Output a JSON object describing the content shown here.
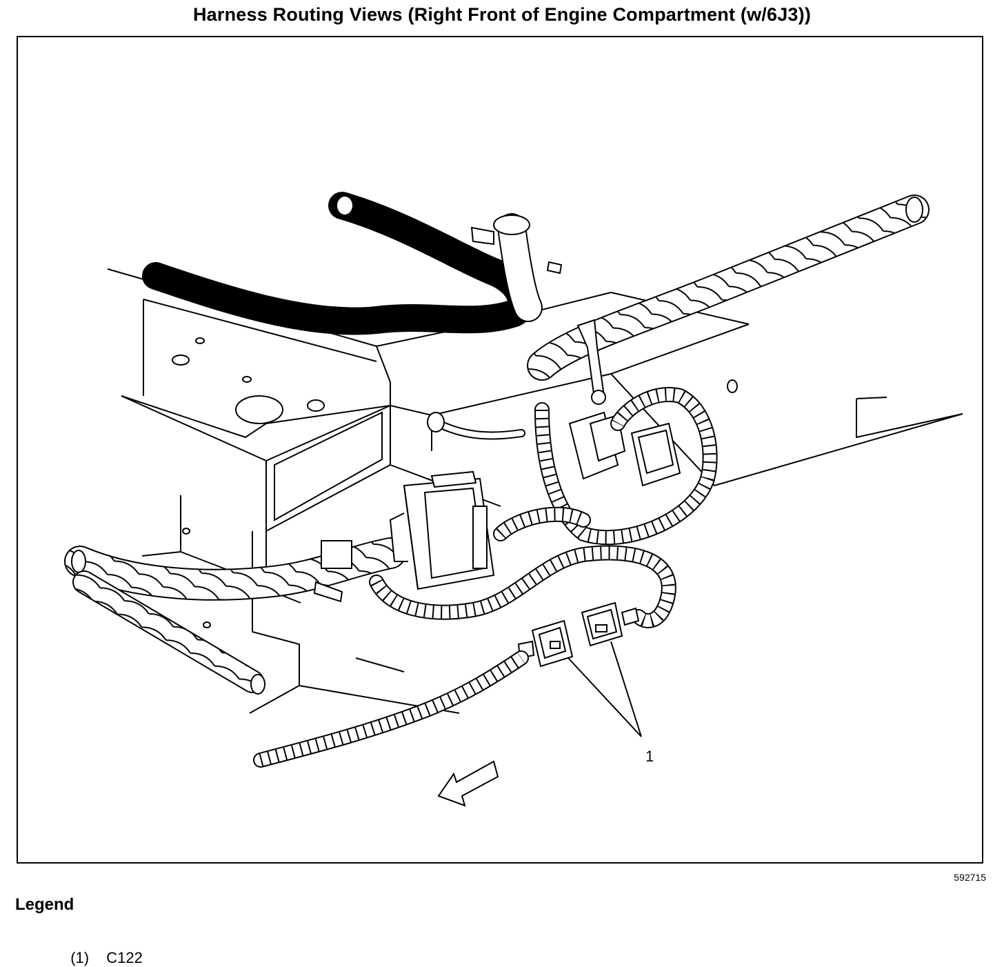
{
  "title": "Harness Routing Views (Right Front of Engine Compartment (w/6J3))",
  "figure_id": "592715",
  "callouts": [
    {
      "label": "1",
      "target": "C122 connector pair"
    }
  ],
  "legend": {
    "heading": "Legend",
    "items": [
      {
        "number": "(1)",
        "text": "C122"
      }
    ]
  },
  "colors": {
    "ink": "#000000",
    "paper": "#ffffff"
  }
}
